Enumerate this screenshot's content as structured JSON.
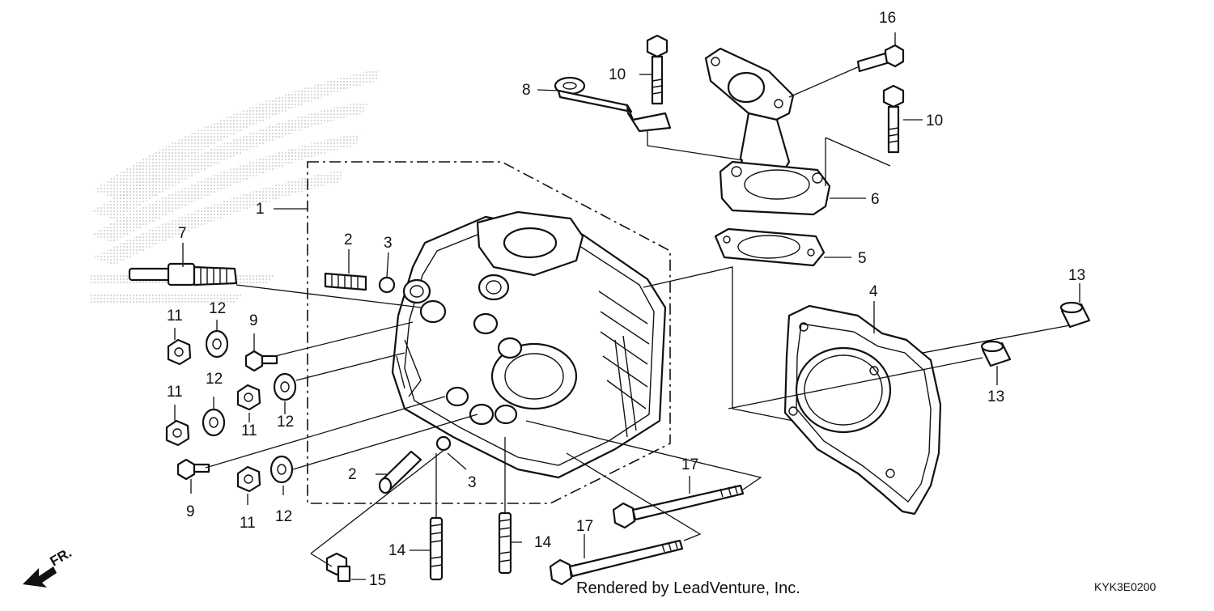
{
  "diagram": {
    "callouts": [
      {
        "id": "c1",
        "label": "1"
      },
      {
        "id": "c2a",
        "label": "2"
      },
      {
        "id": "c2b",
        "label": "2"
      },
      {
        "id": "c3a",
        "label": "3"
      },
      {
        "id": "c3b",
        "label": "3"
      },
      {
        "id": "c4",
        "label": "4"
      },
      {
        "id": "c5",
        "label": "5"
      },
      {
        "id": "c6",
        "label": "6"
      },
      {
        "id": "c7",
        "label": "7"
      },
      {
        "id": "c8",
        "label": "8"
      },
      {
        "id": "c9a",
        "label": "9"
      },
      {
        "id": "c9b",
        "label": "9"
      },
      {
        "id": "c10a",
        "label": "10"
      },
      {
        "id": "c10b",
        "label": "10"
      },
      {
        "id": "c11a",
        "label": "11"
      },
      {
        "id": "c11b",
        "label": "11"
      },
      {
        "id": "c11c",
        "label": "11"
      },
      {
        "id": "c11d",
        "label": "11"
      },
      {
        "id": "c12a",
        "label": "12"
      },
      {
        "id": "c12b",
        "label": "12"
      },
      {
        "id": "c12c",
        "label": "12"
      },
      {
        "id": "c12d",
        "label": "12"
      },
      {
        "id": "c13a",
        "label": "13"
      },
      {
        "id": "c13b",
        "label": "13"
      },
      {
        "id": "c14a",
        "label": "14"
      },
      {
        "id": "c14b",
        "label": "14"
      },
      {
        "id": "c15",
        "label": "15"
      },
      {
        "id": "c16",
        "label": "16"
      },
      {
        "id": "c17a",
        "label": "17"
      },
      {
        "id": "c17b",
        "label": "17"
      }
    ],
    "direction_label": "FR.",
    "credit": "Rendered by LeadVenture, Inc.",
    "diagram_code": "KYK3E0200",
    "colors": {
      "ink": "#111111",
      "background": "#ffffff",
      "watermark": "#c8c8c8"
    }
  }
}
